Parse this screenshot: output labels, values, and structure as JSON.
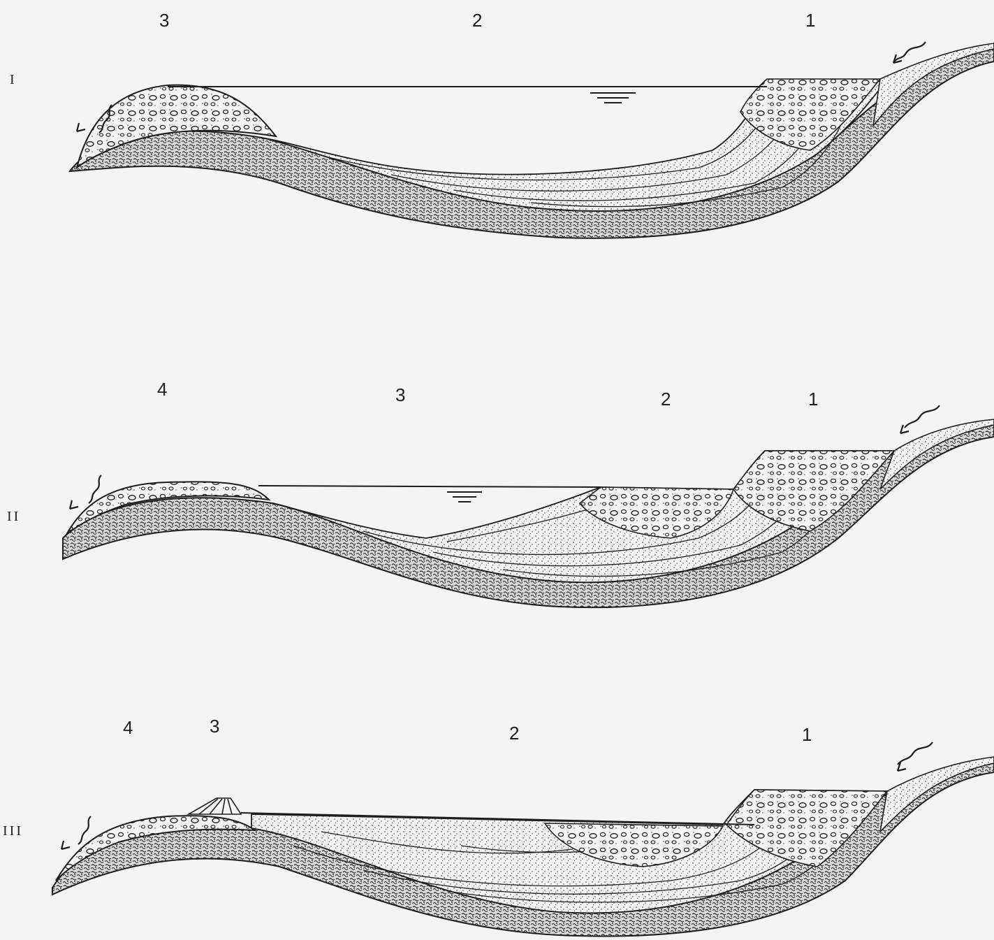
{
  "panels": [
    {
      "roman": "I",
      "labels": [
        "3",
        "2",
        "1"
      ]
    },
    {
      "roman": "II",
      "labels": [
        "4",
        "3",
        "2",
        "1"
      ]
    },
    {
      "roman": "III",
      "labels": [
        "4",
        "3",
        "2",
        "1"
      ]
    }
  ],
  "colors": {
    "paper": "#f4f4f2",
    "ink": "#1e1e1e"
  },
  "icons": {
    "water_level": "water-level-symbol",
    "inflow_arrow": "wavy-arrow-icon",
    "outflow_arrow": "wavy-arrow-icon"
  }
}
